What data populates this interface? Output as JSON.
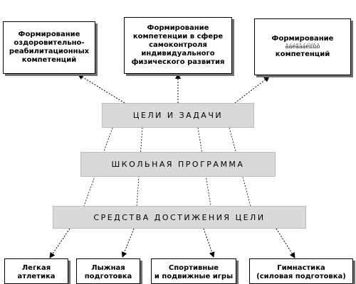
{
  "top_boxes": {
    "left": [
      "Формирование",
      "оздоровительно-",
      "реабилитационных",
      "компетенций"
    ],
    "center": [
      "Формирование",
      "компетенции в сфере",
      "самоконтроля",
      "индивидуального",
      "физического развития"
    ],
    "right": [
      "Формирование",
      "ãáéâàáéìíûõ",
      "компетенций"
    ]
  },
  "bars": {
    "goals": "ЦЕЛИ И ЗАДАЧИ",
    "program": "ШКОЛЬНАЯ ПРОГРАММА",
    "means": "СРЕДСТВА ДОСТИЖЕНИЯ ЦЕЛИ"
  },
  "bottom_boxes": {
    "athletics": [
      "Легкая",
      "атлетика"
    ],
    "skiing": [
      "Лыжная",
      "подготовка"
    ],
    "games": [
      "Спортивные",
      "и подвижные игры"
    ],
    "gymnastics": [
      "Гимнастика",
      "(силовая подготовка)"
    ]
  }
}
